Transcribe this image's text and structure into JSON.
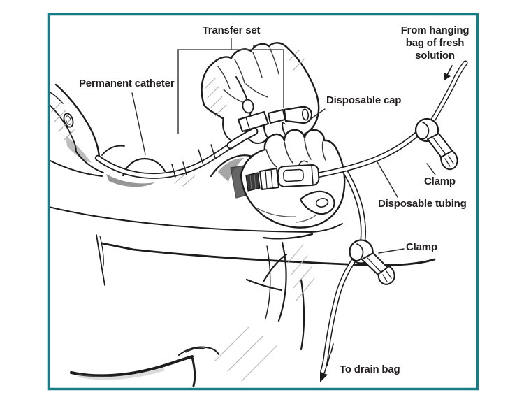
{
  "figure": {
    "labels": {
      "transfer_set": "Transfer set",
      "permanent_catheter": "Permanent catheter",
      "from_hanging_bag": [
        "From hanging",
        "bag of fresh",
        "solution"
      ],
      "disposable_cap": "Disposable cap",
      "clamp_top": "Clamp",
      "disposable_tubing": "Disposable tubing",
      "clamp_bottom": "Clamp",
      "to_drain_bag": "To drain bag"
    },
    "arrows": {
      "from_bag": "arrow pointing down-left onto tubing from hanging bag",
      "to_drain": "arrow pointing down-left at end of drain tubing"
    },
    "colors": {
      "frame_border": "#167d86",
      "label_text": "#231f20",
      "sketch_ink": "#1c1c1c",
      "background": "#ffffff"
    }
  }
}
